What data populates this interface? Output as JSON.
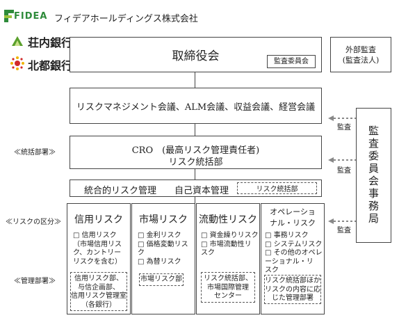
{
  "header": {
    "logo_mark": "FIDEA",
    "company_name": "フィデアホールディングス株式会社",
    "bank1": "荘内銀行",
    "bank2": "北都銀行"
  },
  "board": {
    "title": "取締役会",
    "audit_committee": "監査委員会"
  },
  "external_audit": "外部監査\n(監査法人)",
  "committees": "リスクマネジメント会議、ALM会議、収益会議、経営会議",
  "cro": {
    "line1": "CRO　(最高リスク管理責任者)",
    "line2": "リスク統括部"
  },
  "integrated": {
    "label1": "統合的リスク管理",
    "label2": "自己資本管理",
    "dept": "リスク統括部"
  },
  "audit_office": "監査委員会事務局",
  "side_labels": {
    "control_dept": "≪統括部署≫",
    "risk_class": "≪リスクの区分≫",
    "mgmt_dept": "≪管理部署≫"
  },
  "audit_label": "監査",
  "categories": [
    {
      "title": "信用リスク",
      "items": "□ 信用リスク\n（市場信用リス\nク、カントリー\nリスクを含む）",
      "mgmt": "信用リスク部、\n与信企画部、\n信用リスク管理室\n（各銀行）"
    },
    {
      "title": "市場リスク",
      "items": "□ 金利リスク\n□ 価格変動リスク\n□ 為替リスク",
      "mgmt": "市場リスク部"
    },
    {
      "title": "流動性リスク",
      "items": "□ 資金繰りリスク\n□ 市場流動性リ\nスク",
      "mgmt": "リスク統括部、\n市場国際管理\nセンター"
    },
    {
      "title": "オペレーショ\nナル・リスク",
      "items": "□ 事務リスク\n□ システムリスク\n□ その他のオペレ\nーショナル・リ\nスク",
      "mgmt": "リスク統括部ほか\nリスクの内容に応\nじた管理部署"
    }
  ],
  "colors": {
    "fidea_green": "#2e8b3a",
    "shonai_green": "#5aa02c",
    "hokuto_red": "#d12b2b",
    "hokuto_yellow": "#f0b400"
  }
}
